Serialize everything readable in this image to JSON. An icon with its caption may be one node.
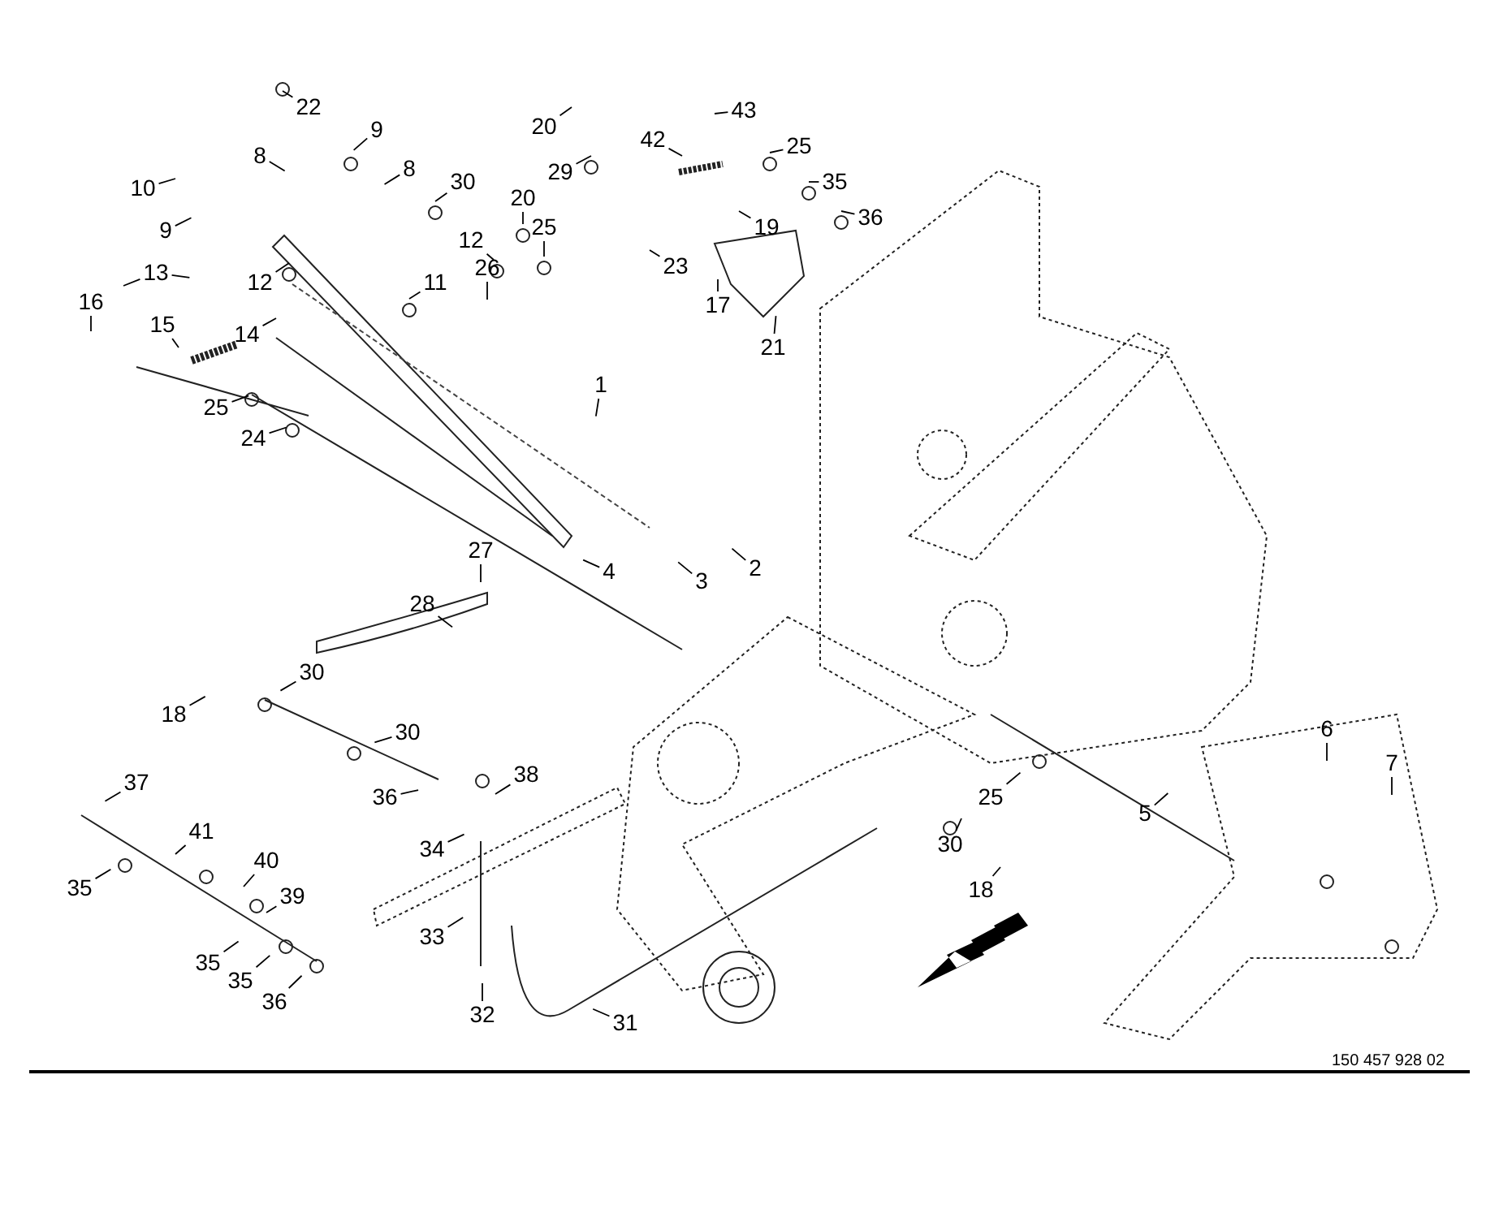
{
  "diagram": {
    "nodes": [
      {
        "text": [
          "22"
        ]
      },
      {
        "text": [
          "9"
        ]
      },
      {
        "text": [
          "43"
        ]
      },
      {
        "text": [
          "8"
        ]
      },
      {
        "text": [
          "10"
        ]
      },
      {
        "text": [
          "8"
        ]
      },
      {
        "text": [
          "20"
        ]
      },
      {
        "text": [
          "29"
        ]
      },
      {
        "text": [
          "42"
        ]
      },
      {
        "text": [
          "25"
        ]
      },
      {
        "text": [
          "30"
        ]
      },
      {
        "text": [
          "20"
        ]
      },
      {
        "text": [
          "9"
        ]
      },
      {
        "text": [
          "13"
        ]
      },
      {
        "text": [
          "35"
        ]
      },
      {
        "text": [
          "36"
        ]
      },
      {
        "text": [
          "25"
        ]
      },
      {
        "text": [
          "19"
        ]
      },
      {
        "text": [
          "12"
        ]
      },
      {
        "text": [
          "12"
        ]
      },
      {
        "text": [
          "11"
        ]
      },
      {
        "text": [
          "16"
        ]
      },
      {
        "text": [
          "15"
        ]
      },
      {
        "text": [
          "26"
        ]
      },
      {
        "text": [
          "23"
        ]
      },
      {
        "text": [
          "17"
        ]
      },
      {
        "text": [
          "14"
        ]
      },
      {
        "text": [
          "21"
        ]
      },
      {
        "text": [
          "1"
        ]
      },
      {
        "text": [
          "25"
        ]
      },
      {
        "text": [
          "24"
        ]
      },
      {
        "text": [
          "27"
        ]
      },
      {
        "text": [
          "4"
        ]
      },
      {
        "text": [
          "3"
        ]
      },
      {
        "text": [
          "2"
        ]
      },
      {
        "text": [
          "28"
        ]
      },
      {
        "text": [
          "30"
        ]
      },
      {
        "text": [
          "18"
        ]
      },
      {
        "text": [
          "30"
        ]
      },
      {
        "text": [
          "36"
        ]
      },
      {
        "text": [
          "38"
        ]
      },
      {
        "text": [
          "37"
        ]
      },
      {
        "text": [
          "41"
        ]
      },
      {
        "text": [
          "40"
        ]
      },
      {
        "text": [
          "35"
        ]
      },
      {
        "text": [
          "39"
        ]
      },
      {
        "text": [
          "34"
        ]
      },
      {
        "text": [
          "35"
        ]
      },
      {
        "text": [
          "35"
        ]
      },
      {
        "text": [
          "36"
        ]
      },
      {
        "text": [
          "33"
        ]
      },
      {
        "text": [
          "32"
        ]
      },
      {
        "text": [
          "31"
        ]
      },
      {
        "text": [
          "25"
        ]
      },
      {
        "text": [
          "30"
        ]
      },
      {
        "text": [
          "18"
        ]
      },
      {
        "text": [
          "5"
        ]
      },
      {
        "text": [
          "6"
        ]
      },
      {
        "text": [
          "7"
        ]
      }
    ],
    "edges": [
      {
        "from": 0,
        "to": null,
        "arrow": "none"
      },
      {
        "from": 1,
        "to": null,
        "arrow": "none"
      },
      {
        "from": 2,
        "to": null,
        "arrow": "none"
      },
      {
        "from": 3,
        "to": null,
        "arrow": "none"
      },
      {
        "from": 4,
        "to": null,
        "arrow": "none"
      },
      {
        "from": 5,
        "to": null,
        "arrow": "none"
      },
      {
        "from": 6,
        "to": null,
        "arrow": "none"
      },
      {
        "from": 7,
        "to": null,
        "arrow": "none"
      },
      {
        "from": 8,
        "to": null,
        "arrow": "none"
      },
      {
        "from": 9,
        "to": null,
        "arrow": "none"
      },
      {
        "from": 10,
        "to": null,
        "arrow": "none"
      },
      {
        "from": 11,
        "to": null,
        "arrow": "none"
      },
      {
        "from": 12,
        "to": null,
        "arrow": "none"
      },
      {
        "from": 13,
        "to": null,
        "arrow": "none"
      },
      {
        "from": 13,
        "to": null,
        "arrow": "none"
      },
      {
        "from": 14,
        "to": null,
        "arrow": "none"
      },
      {
        "from": 15,
        "to": null,
        "arrow": "none"
      },
      {
        "from": 16,
        "to": null,
        "arrow": "none"
      },
      {
        "from": 17,
        "to": null,
        "arrow": "none"
      },
      {
        "from": 18,
        "to": null,
        "arrow": "none"
      },
      {
        "from": 19,
        "to": null,
        "arrow": "none"
      },
      {
        "from": 20,
        "to": null,
        "arrow": "none"
      },
      {
        "from": 21,
        "to": null,
        "arrow": "none"
      },
      {
        "from": 22,
        "to": null,
        "arrow": "none"
      },
      {
        "from": 23,
        "to": null,
        "arrow": "none"
      },
      {
        "from": 24,
        "to": null,
        "arrow": "none"
      },
      {
        "from": 25,
        "to": null,
        "arrow": "none"
      },
      {
        "from": 26,
        "to": null,
        "arrow": "none"
      },
      {
        "from": 27,
        "to": null,
        "arrow": "none"
      },
      {
        "from": 28,
        "to": null,
        "arrow": "none"
      },
      {
        "from": 29,
        "to": null,
        "arrow": "none"
      },
      {
        "from": 30,
        "to": null,
        "arrow": "none"
      },
      {
        "from": 31,
        "to": null,
        "arrow": "none"
      },
      {
        "from": 32,
        "to": null,
        "arrow": "none"
      },
      {
        "from": 33,
        "to": null,
        "arrow": "none"
      },
      {
        "from": 34,
        "to": null,
        "arrow": "none"
      },
      {
        "from": 35,
        "to": null,
        "arrow": "none"
      },
      {
        "from": 36,
        "to": null,
        "arrow": "none"
      },
      {
        "from": 37,
        "to": null,
        "arrow": "none"
      },
      {
        "from": 38,
        "to": null,
        "arrow": "none"
      },
      {
        "from": 39,
        "to": null,
        "arrow": "none"
      },
      {
        "from": 40,
        "to": null,
        "arrow": "none"
      },
      {
        "from": 41,
        "to": null,
        "arrow": "none"
      },
      {
        "from": 42,
        "to": null,
        "arrow": "none"
      },
      {
        "from": 43,
        "to": null,
        "arrow": "none"
      },
      {
        "from": 44,
        "to": null,
        "arrow": "none"
      },
      {
        "from": 45,
        "to": null,
        "arrow": "none"
      },
      {
        "from": 46,
        "to": null,
        "arrow": "none"
      },
      {
        "from": 47,
        "to": null,
        "arrow": "none"
      },
      {
        "from": 48,
        "to": null,
        "arrow": "none"
      },
      {
        "from": 49,
        "to": null,
        "arrow": "none"
      },
      {
        "from": 50,
        "to": null,
        "arrow": "none"
      },
      {
        "from": 51,
        "to": null,
        "arrow": "none"
      },
      {
        "from": 52,
        "to": null,
        "arrow": "none"
      },
      {
        "from": 53,
        "to": null,
        "arrow": "none"
      },
      {
        "from": 54,
        "to": null,
        "arrow": "none"
      },
      {
        "from": 55,
        "to": null,
        "arrow": "none"
      },
      {
        "from": 56,
        "to": null,
        "arrow": "none"
      },
      {
        "from": 57,
        "to": null,
        "arrow": "none"
      },
      {
        "from": 58,
        "to": null,
        "arrow": "none"
      }
    ],
    "labels": [
      "150 457 928 02"
    ]
  }
}
